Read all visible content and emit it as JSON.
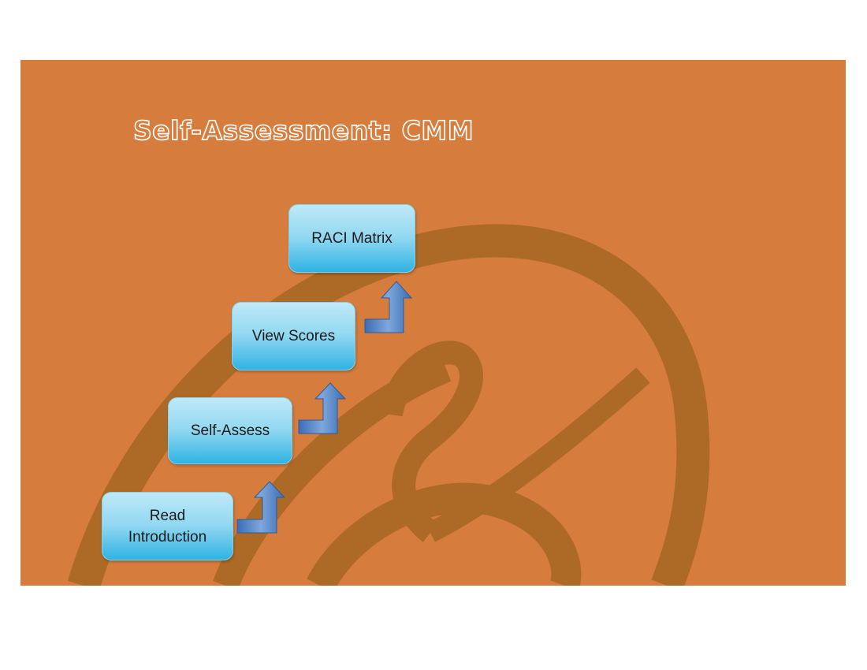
{
  "title": "Self-Assessment: CMM",
  "steps": [
    {
      "label": "Read\nIntroduction"
    },
    {
      "label": "Self-Assess"
    },
    {
      "label": "View Scores"
    },
    {
      "label": "RACI Matrix"
    }
  ],
  "colors": {
    "background": "#d67d3e",
    "watermark": "#ad6a26",
    "box_top": "#bfe9f8",
    "box_bottom": "#2fb3e3",
    "arrow": "#4a7fc4"
  },
  "icons": [
    "bent-up-arrow-icon"
  ]
}
